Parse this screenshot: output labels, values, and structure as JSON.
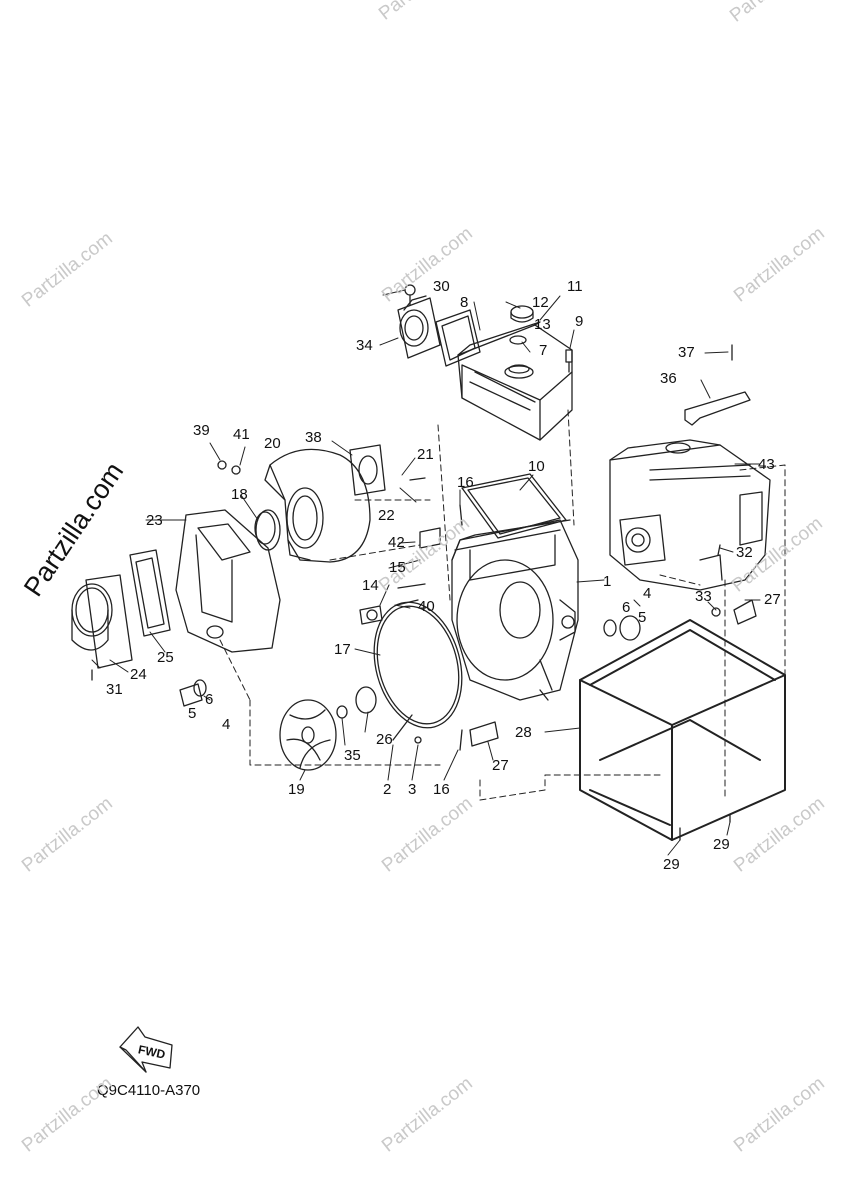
{
  "diagram": {
    "code": "Q9C4110-A370",
    "fwd_label": "FWD",
    "watermark": "Partzilla.com",
    "watermark_big": "Partzilla.com",
    "callouts": {
      "c1": "1",
      "c2": "2",
      "c3": "3",
      "c4a": "4",
      "c4b": "4",
      "c5a": "5",
      "c5b": "5",
      "c6a": "6",
      "c6b": "6",
      "c7": "7",
      "c8": "8",
      "c9": "9",
      "c10": "10",
      "c11": "11",
      "c12": "12",
      "c13": "13",
      "c14": "14",
      "c15": "15",
      "c16a": "16",
      "c16b": "16",
      "c17": "17",
      "c18": "18",
      "c19": "19",
      "c20": "20",
      "c21": "21",
      "c22": "22",
      "c23": "23",
      "c24": "24",
      "c25": "25",
      "c26": "26",
      "c27a": "27",
      "c27b": "27",
      "c28": "28",
      "c29a": "29",
      "c29b": "29",
      "c30": "30",
      "c31": "31",
      "c32": "32",
      "c33": "33",
      "c34": "34",
      "c35": "35",
      "c36": "36",
      "c37": "37",
      "c38": "38",
      "c39": "39",
      "c40": "40",
      "c41": "41",
      "c42": "42",
      "c43": "43"
    }
  }
}
